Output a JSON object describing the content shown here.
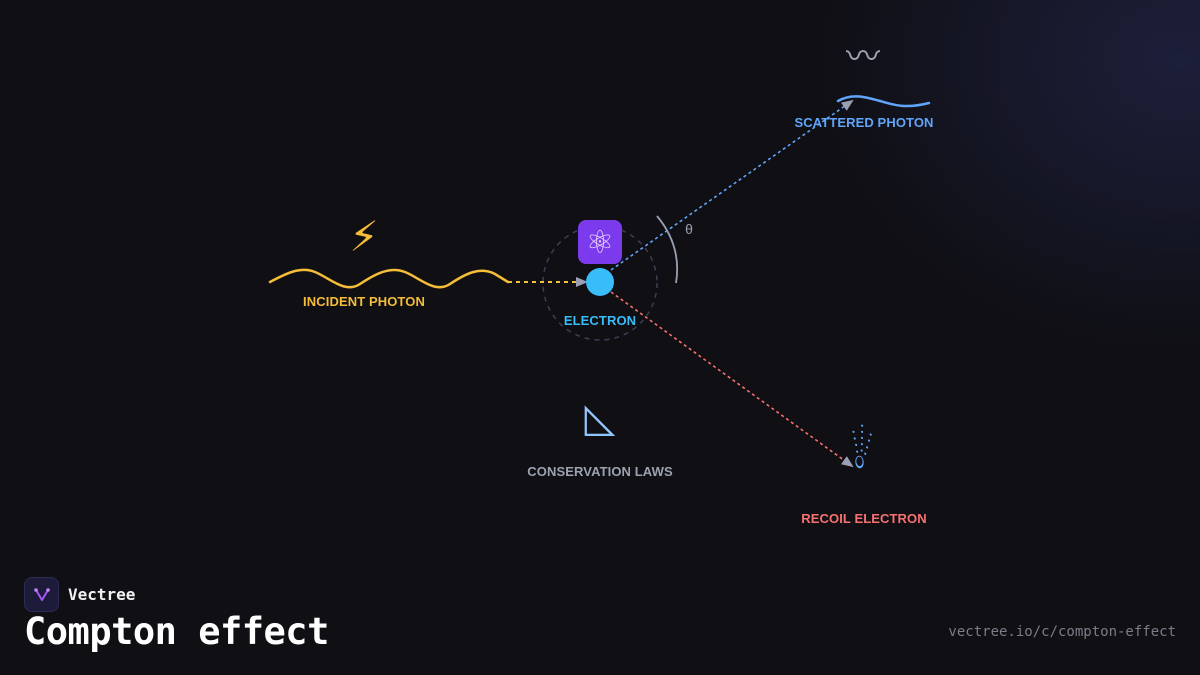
{
  "diagram": {
    "incident_photon": {
      "label": "INCIDENT PHOTON",
      "icon": "lightning-icon",
      "color": "#f5bd38"
    },
    "electron": {
      "label": "ELECTRON",
      "icon": "atom-icon",
      "color": "#38bdf8"
    },
    "scattered_photon": {
      "label": "SCATTERED PHOTON",
      "icon": "wave-icon",
      "color": "#60a5fa"
    },
    "recoil_electron": {
      "label": "RECOIL ELECTRON",
      "icon": "comet-icon",
      "color": "#f87171"
    },
    "conservation": {
      "label": "CONSERVATION LAWS",
      "icon": "triangle-ruler-icon",
      "color": "#9ca3af"
    },
    "angle_symbol": "θ"
  },
  "footer": {
    "brand": "Vectree",
    "title": "Compton effect",
    "url": "vectree.io/c/compton-effect"
  }
}
